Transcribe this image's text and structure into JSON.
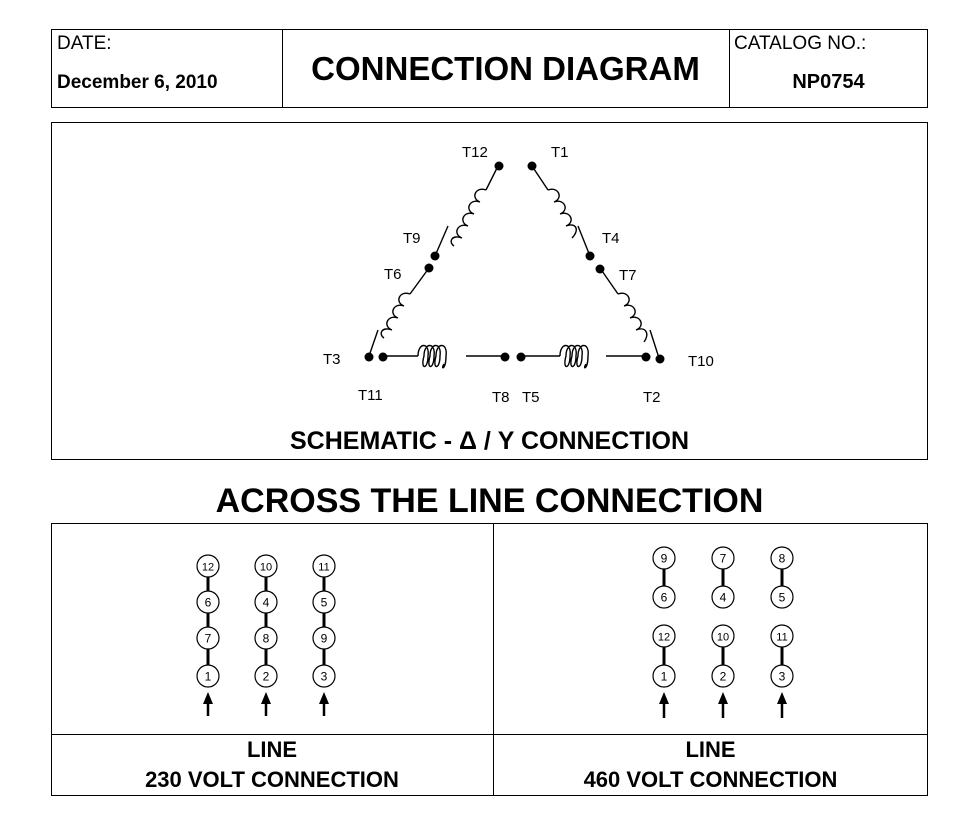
{
  "header": {
    "date_label": "DATE:",
    "date_value": "December 6, 2010",
    "title": "CONNECTION DIAGRAM",
    "catalog_label": "CATALOG NO.:",
    "catalog_value": "NP0754"
  },
  "schematic": {
    "caption": "SCHEMATIC - Δ / Y CONNECTION",
    "terminals": {
      "t12": "T12",
      "t1": "T1",
      "t9": "T9",
      "t4": "T4",
      "t6": "T6",
      "t7": "T7",
      "t3": "T3",
      "t10": "T10",
      "t11": "T11",
      "t8": "T8",
      "t5": "T5",
      "t2": "T2"
    }
  },
  "section_title": "ACROSS THE LINE CONNECTION",
  "panel_230": {
    "line_label": "LINE",
    "caption": "230 VOLT CONNECTION",
    "columns": [
      [
        "12",
        "6",
        "7",
        "1"
      ],
      [
        "10",
        "4",
        "8",
        "2"
      ],
      [
        "11",
        "5",
        "9",
        "3"
      ]
    ]
  },
  "panel_460": {
    "line_label": "LINE",
    "caption": "460 VOLT CONNECTION",
    "columns": [
      {
        "top": [
          "9",
          "6"
        ],
        "bottom": [
          "12",
          "1"
        ]
      },
      {
        "top": [
          "7",
          "4"
        ],
        "bottom": [
          "10",
          "2"
        ]
      },
      {
        "top": [
          "8",
          "5"
        ],
        "bottom": [
          "11",
          "3"
        ]
      }
    ]
  }
}
